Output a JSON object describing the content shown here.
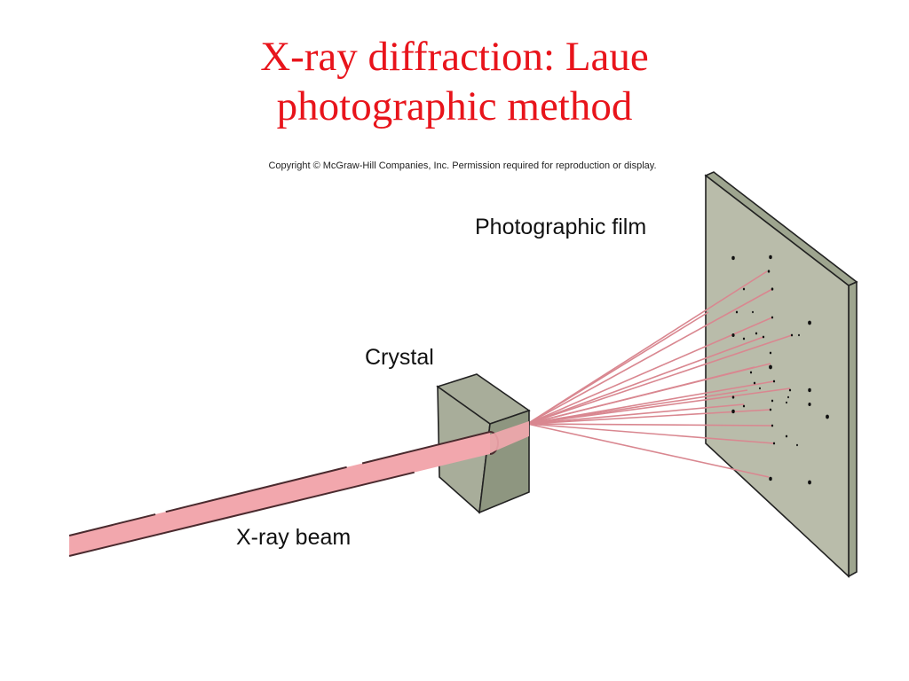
{
  "title": {
    "line1": "X-ray diffraction: Laue",
    "line2": "photographic method"
  },
  "copyright": "Copyright © McGraw-Hill Companies, Inc. Permission required for reproduction or display.",
  "labels": {
    "film": "Photographic film",
    "crystal": "Crystal",
    "beam": "X-ray beam"
  },
  "colors": {
    "title": "#e8141b",
    "beam": "#f2a7ad",
    "beam_edge": "#4a2a2e",
    "ray": "#d98790",
    "film_face": "#b9bcaa",
    "film_edge": "#9ea58f",
    "crystal_front": "#a8ad9a",
    "crystal_side": "#8e9680",
    "spot": "#111111"
  }
}
